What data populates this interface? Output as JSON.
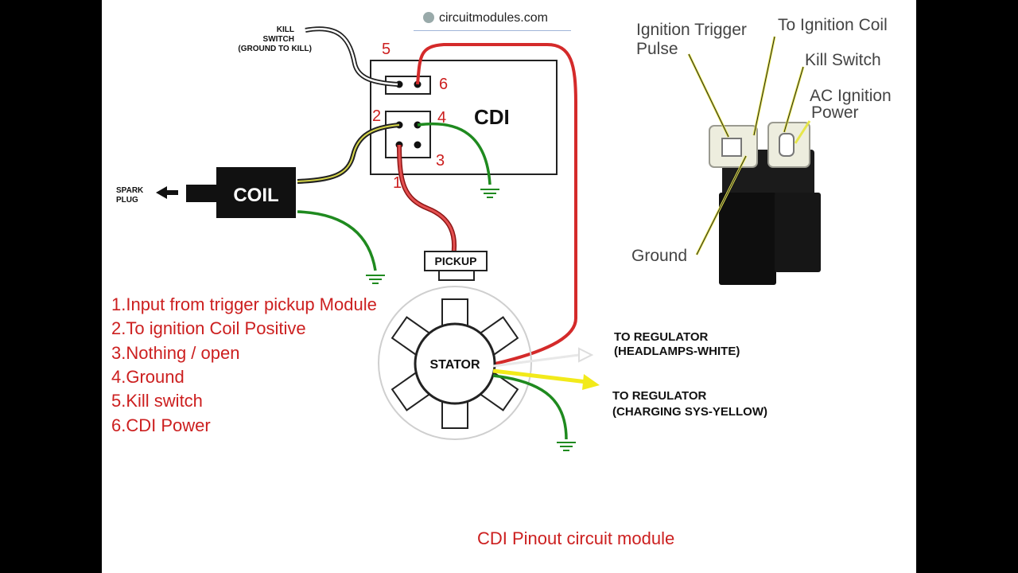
{
  "watermark": {
    "site": "circuitmodules.com"
  },
  "diagram": {
    "kill_switch_label": [
      "KILL",
      "SWITCH",
      "(GROUND TO KILL)"
    ],
    "cdi_label": "CDI",
    "pins": [
      "1",
      "2",
      "3",
      "4",
      "5",
      "6"
    ],
    "coil_label": "COIL",
    "spark_plug_label": [
      "SPARK",
      "PLUG"
    ],
    "pickup_label": "PICKUP",
    "stator_label": "STATOR",
    "regulator_white": [
      "TO REGULATOR",
      "(HEADLAMPS-WHITE)"
    ],
    "regulator_yellow": [
      "TO REGULATOR",
      "(CHARGING SYS-YELLOW)"
    ]
  },
  "photo_labels": {
    "ignition_trigger": [
      "Ignition Trigger",
      "Pulse"
    ],
    "to_coil": "To Ignition Coil",
    "kill_switch": "Kill Switch",
    "ac_power": [
      "AC Ignition",
      "Power"
    ],
    "ground": "Ground"
  },
  "legend": [
    "1.Input from trigger pickup Module",
    "2.To ignition Coil Positive",
    "3.Nothing / open",
    "4.Ground",
    "5.Kill switch",
    "6.CDI Power"
  ],
  "caption": "CDI Pinout circuit module",
  "colors": {
    "wire_red": "#d42a2a",
    "wire_green": "#1f8a1f",
    "wire_yellow": "#f2ea1a",
    "label_red": "#cc1f1f",
    "module_black": "#111111",
    "background": "#ffffff"
  }
}
